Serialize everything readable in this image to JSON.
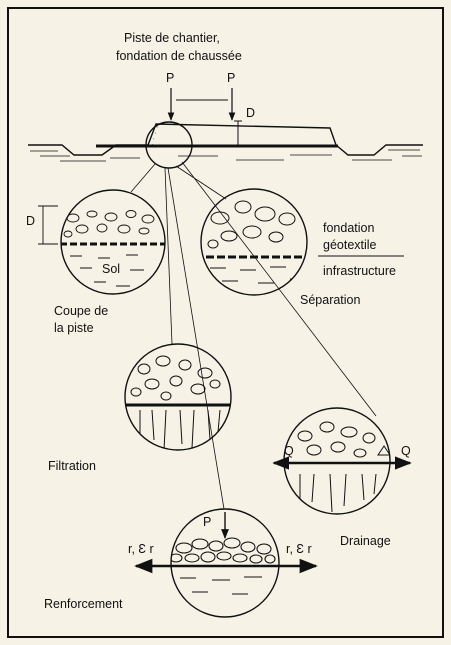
{
  "diagram": {
    "title_line1": "Piste de chantier,",
    "title_line2": "fondation de chaussée",
    "load_left": "P",
    "load_right": "P",
    "depth": "D",
    "colors": {
      "ink": "#111111",
      "paper": "#f6f2e6"
    }
  },
  "panels": {
    "section": {
      "depth": "D",
      "soil": "Sol",
      "caption_line1": "Coupe de",
      "caption_line2": "la piste"
    },
    "separation": {
      "layer_top": "fondation",
      "layer_geotextile": "géotextile",
      "layer_bottom": "infrastructure",
      "caption": "Séparation"
    },
    "filtration": {
      "caption": "Filtration"
    },
    "drainage": {
      "flow_left": "Q",
      "flow_right": "Q",
      "caption": "Drainage"
    },
    "reinforcement": {
      "load": "P",
      "force_left": "r, Ɛ r",
      "force_right": "r, Ɛ r",
      "caption": "Renforcement"
    }
  }
}
